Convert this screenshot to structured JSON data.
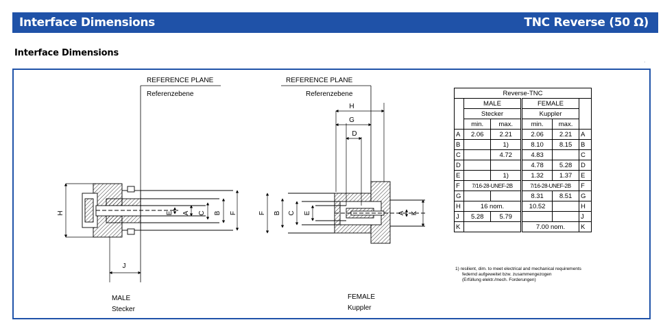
{
  "header": {
    "title": "Interface Dimensions",
    "right": "TNC Reverse (50 Ω)"
  },
  "section_title": "Interface Dimensions",
  "reference_plane": {
    "label": "REFERENCE PLANE",
    "sublabel": "Referenzebene"
  },
  "male": {
    "caption": "MALE",
    "subcaption": "Stecker"
  },
  "female": {
    "caption": "FEMALE",
    "subcaption": "Kuppler"
  },
  "dim_letters": {
    "a": "A",
    "b": "B",
    "c": "C",
    "d": "D",
    "e": "E",
    "f": "F",
    "g": "G",
    "h": "H",
    "j": "J",
    "k": "K"
  },
  "table": {
    "title": "Reverse-TNC",
    "male_label": "MALE",
    "male_sub": "Stecker",
    "female_label": "FEMALE",
    "female_sub": "Kuppler",
    "min_label": "min.",
    "max_label": "max.",
    "rows": [
      {
        "key": "A",
        "m_min": "2.06",
        "m_max": "2.21",
        "f_min": "2.06",
        "f_max": "2.21"
      },
      {
        "key": "B",
        "m_min": "",
        "m_max": "1)",
        "f_min": "8.10",
        "f_max": "8.15"
      },
      {
        "key": "C",
        "m_min": "",
        "m_max": "4.72",
        "f_min": "4.83",
        "f_max": ""
      },
      {
        "key": "D",
        "m_min": "",
        "m_max": "",
        "f_min": "4.78",
        "f_max": "5.28"
      },
      {
        "key": "E",
        "m_min": "",
        "m_max": "1)",
        "f_min": "1.32",
        "f_max": "1.37"
      },
      {
        "key": "F",
        "m_span": "7/16-28-UNEF-2B",
        "f_span": "7/16-28-UNEF-2B"
      },
      {
        "key": "G",
        "m_min": "",
        "m_max": "",
        "f_min": "8.31",
        "f_max": "8.51"
      },
      {
        "key": "H",
        "m_span": "16 nom.",
        "f_min": "10.52",
        "f_max": ""
      },
      {
        "key": "J",
        "m_min": "5.28",
        "m_max": "5.79",
        "f_min": "",
        "f_max": ""
      },
      {
        "key": "K",
        "m_span": "",
        "f_span": "7.00 nom."
      }
    ]
  },
  "footnote": {
    "line1": "1)  resilient, dim. to meet electrical and mechanical requirements",
    "line2": "federnd aufgeweitet bzw. zusammengezogen",
    "line3": "(Erfüllung elektr./mech. Forderungen)"
  },
  "corner_mark": "."
}
